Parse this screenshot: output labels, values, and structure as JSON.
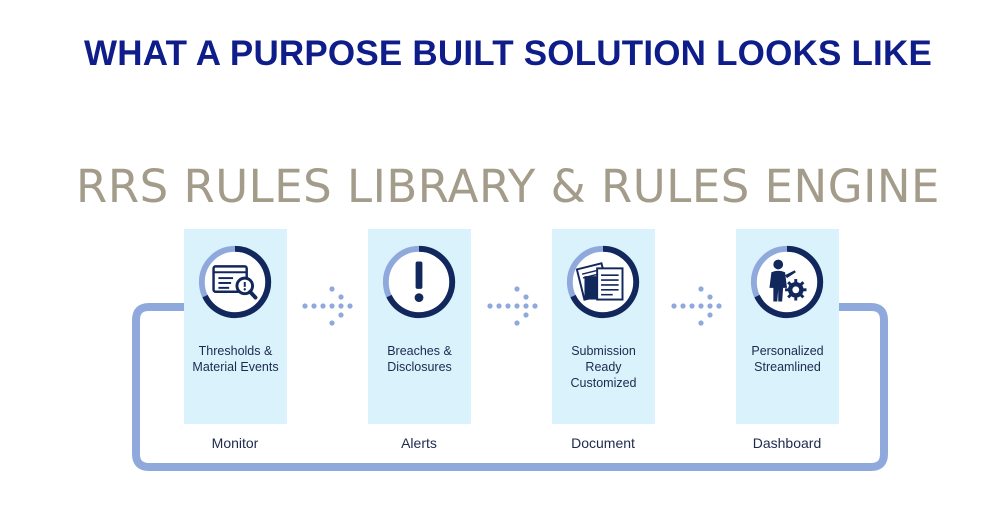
{
  "title": "WHAT A PURPOSE BUILT SOLUTION LOOKS LIKE",
  "subtitle": "RRS RULES LIBRARY & RULES ENGINE",
  "colors": {
    "title": "#0f1d8a",
    "subtitle": "#a49c8a",
    "card_bg": "#d9f2fc",
    "loop_line": "#8fa9dc",
    "icon_dark": "#12275c",
    "arrow_dot": "#8fa9dc"
  },
  "stages": [
    {
      "name": "Monitor",
      "icon": "monitor-magnifier-icon",
      "lines": [
        "Thresholds &",
        "Material Events"
      ]
    },
    {
      "name": "Alerts",
      "icon": "exclamation-icon",
      "lines": [
        "Breaches &",
        "Disclosures"
      ]
    },
    {
      "name": "Document",
      "icon": "documents-icon",
      "lines": [
        "Submission",
        "Ready",
        "Customized"
      ]
    },
    {
      "name": "Dashboard",
      "icon": "person-gear-icon",
      "lines": [
        "Personalized",
        "Streamlined"
      ]
    }
  ]
}
